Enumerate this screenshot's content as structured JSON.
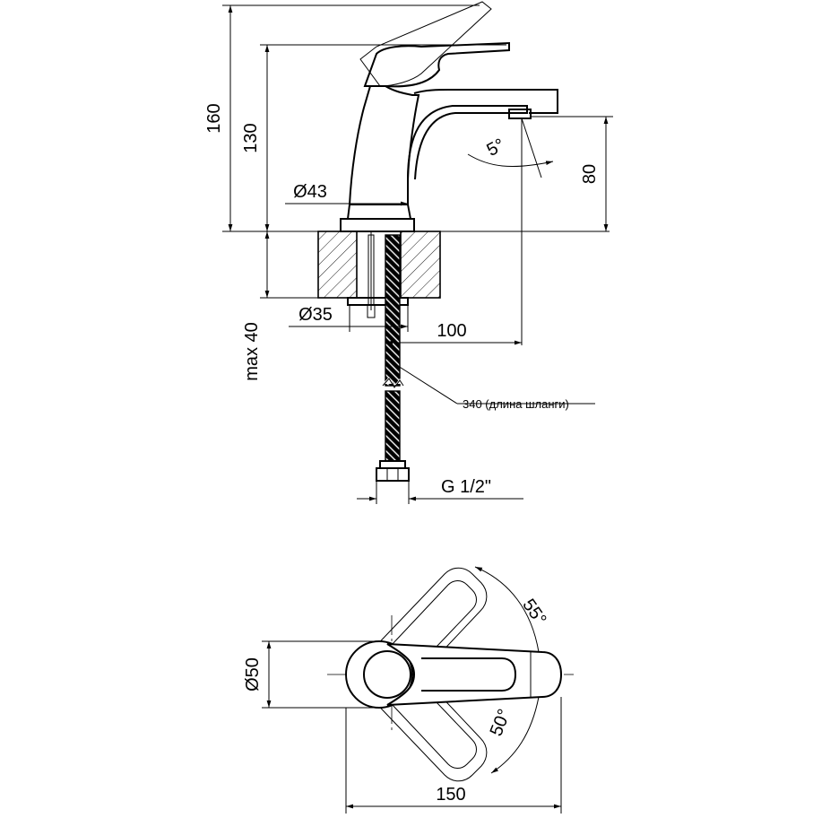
{
  "dimensions": {
    "height_total": "160",
    "height_spout": "130",
    "spout_angle": "5°",
    "spout_height": "80",
    "body_diameter": "Ø43",
    "base_diameter": "Ø35",
    "spout_reach": "100",
    "mount_thickness": "max 40",
    "hose_note": "340 (длина шланги)",
    "thread": "G 1/2\"",
    "plan_diameter": "Ø50",
    "handle_angle_up": "55°",
    "handle_angle_down": "50°",
    "overall_length": "150"
  }
}
